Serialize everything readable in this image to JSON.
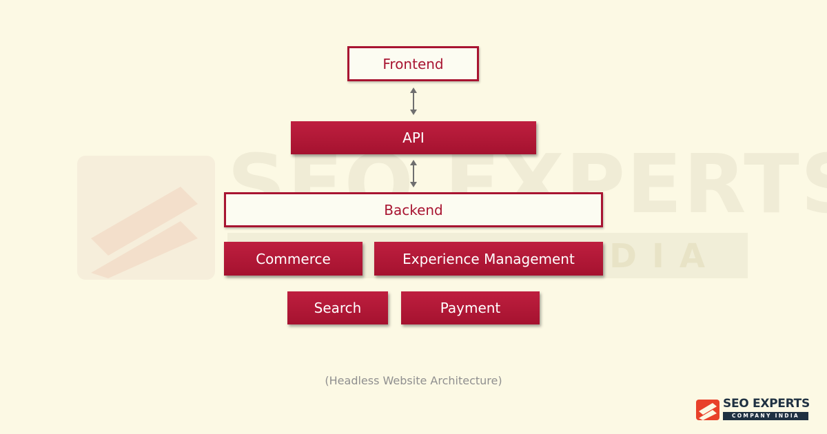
{
  "diagram": {
    "top_node": "Frontend",
    "api_node": "API",
    "backend_node": "Backend",
    "services": [
      "Commerce",
      "Experience Management",
      "Search",
      "Payment"
    ],
    "caption": "(Headless Website Architecture)"
  },
  "watermark": {
    "title": "SEO EXPERTS",
    "subtitle": "INDIA"
  },
  "logo": {
    "title": "SEO EXPERTS",
    "subtitle": "COMPANY INDIA"
  },
  "colors": {
    "background": "#fcf9e4",
    "accent": "#a81431",
    "arrow": "#6f6f6f",
    "logo_dark": "#1f3142"
  }
}
